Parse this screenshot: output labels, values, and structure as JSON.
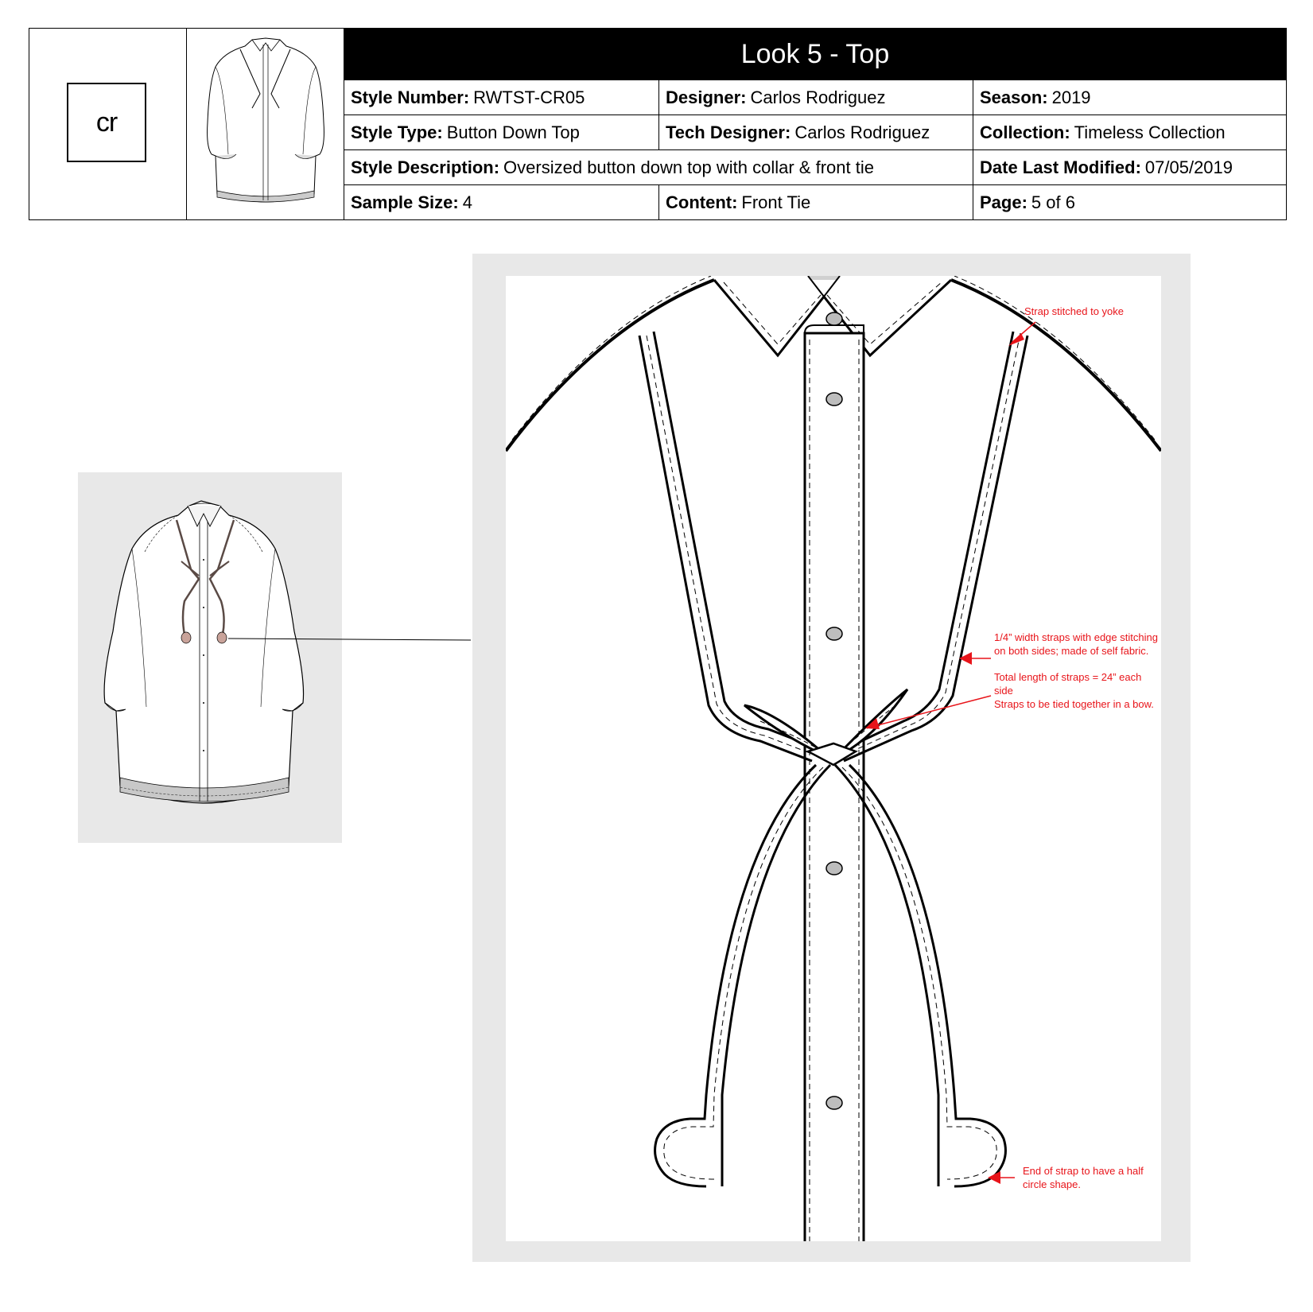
{
  "header": {
    "logo_text": "cr",
    "title": "Look 5 - Top",
    "rows": [
      [
        {
          "label": "Style Number:",
          "value": "RWTST-CR05"
        },
        {
          "label": "Designer:",
          "value": "Carlos Rodriguez"
        },
        {
          "label": "Season:",
          "value": "2019"
        }
      ],
      [
        {
          "label": "Style Type:",
          "value": "Button Down Top"
        },
        {
          "label": "Tech Designer:",
          "value": "Carlos Rodriguez"
        },
        {
          "label": "Collection:",
          "value": "Timeless Collection"
        }
      ],
      [
        {
          "label": "Style Description:",
          "value": "Oversized button down top with collar & front tie"
        },
        {
          "label": "Date Last Modified:",
          "value": "07/05/2019"
        }
      ],
      [
        {
          "label": "Sample Size:",
          "value": "4"
        },
        {
          "label": "Content:",
          "value": "Front Tie"
        },
        {
          "label": "Page:",
          "value": "5 of 6"
        }
      ]
    ]
  },
  "annotations": {
    "yoke": "Strap stitched to yoke",
    "width_line1": "1/4” width straps with edge stitching",
    "width_line2": "on both sides; made of self fabric.",
    "length": "Total length of straps = 24”  each side",
    "bow": "Straps to be tied together in a bow.",
    "end_line1": "End of strap to have a half",
    "end_line2": "circle shape."
  },
  "colors": {
    "annotation": "#e8141a",
    "panel": "#e8e8e8",
    "tie_accent": "#c9a39a"
  }
}
